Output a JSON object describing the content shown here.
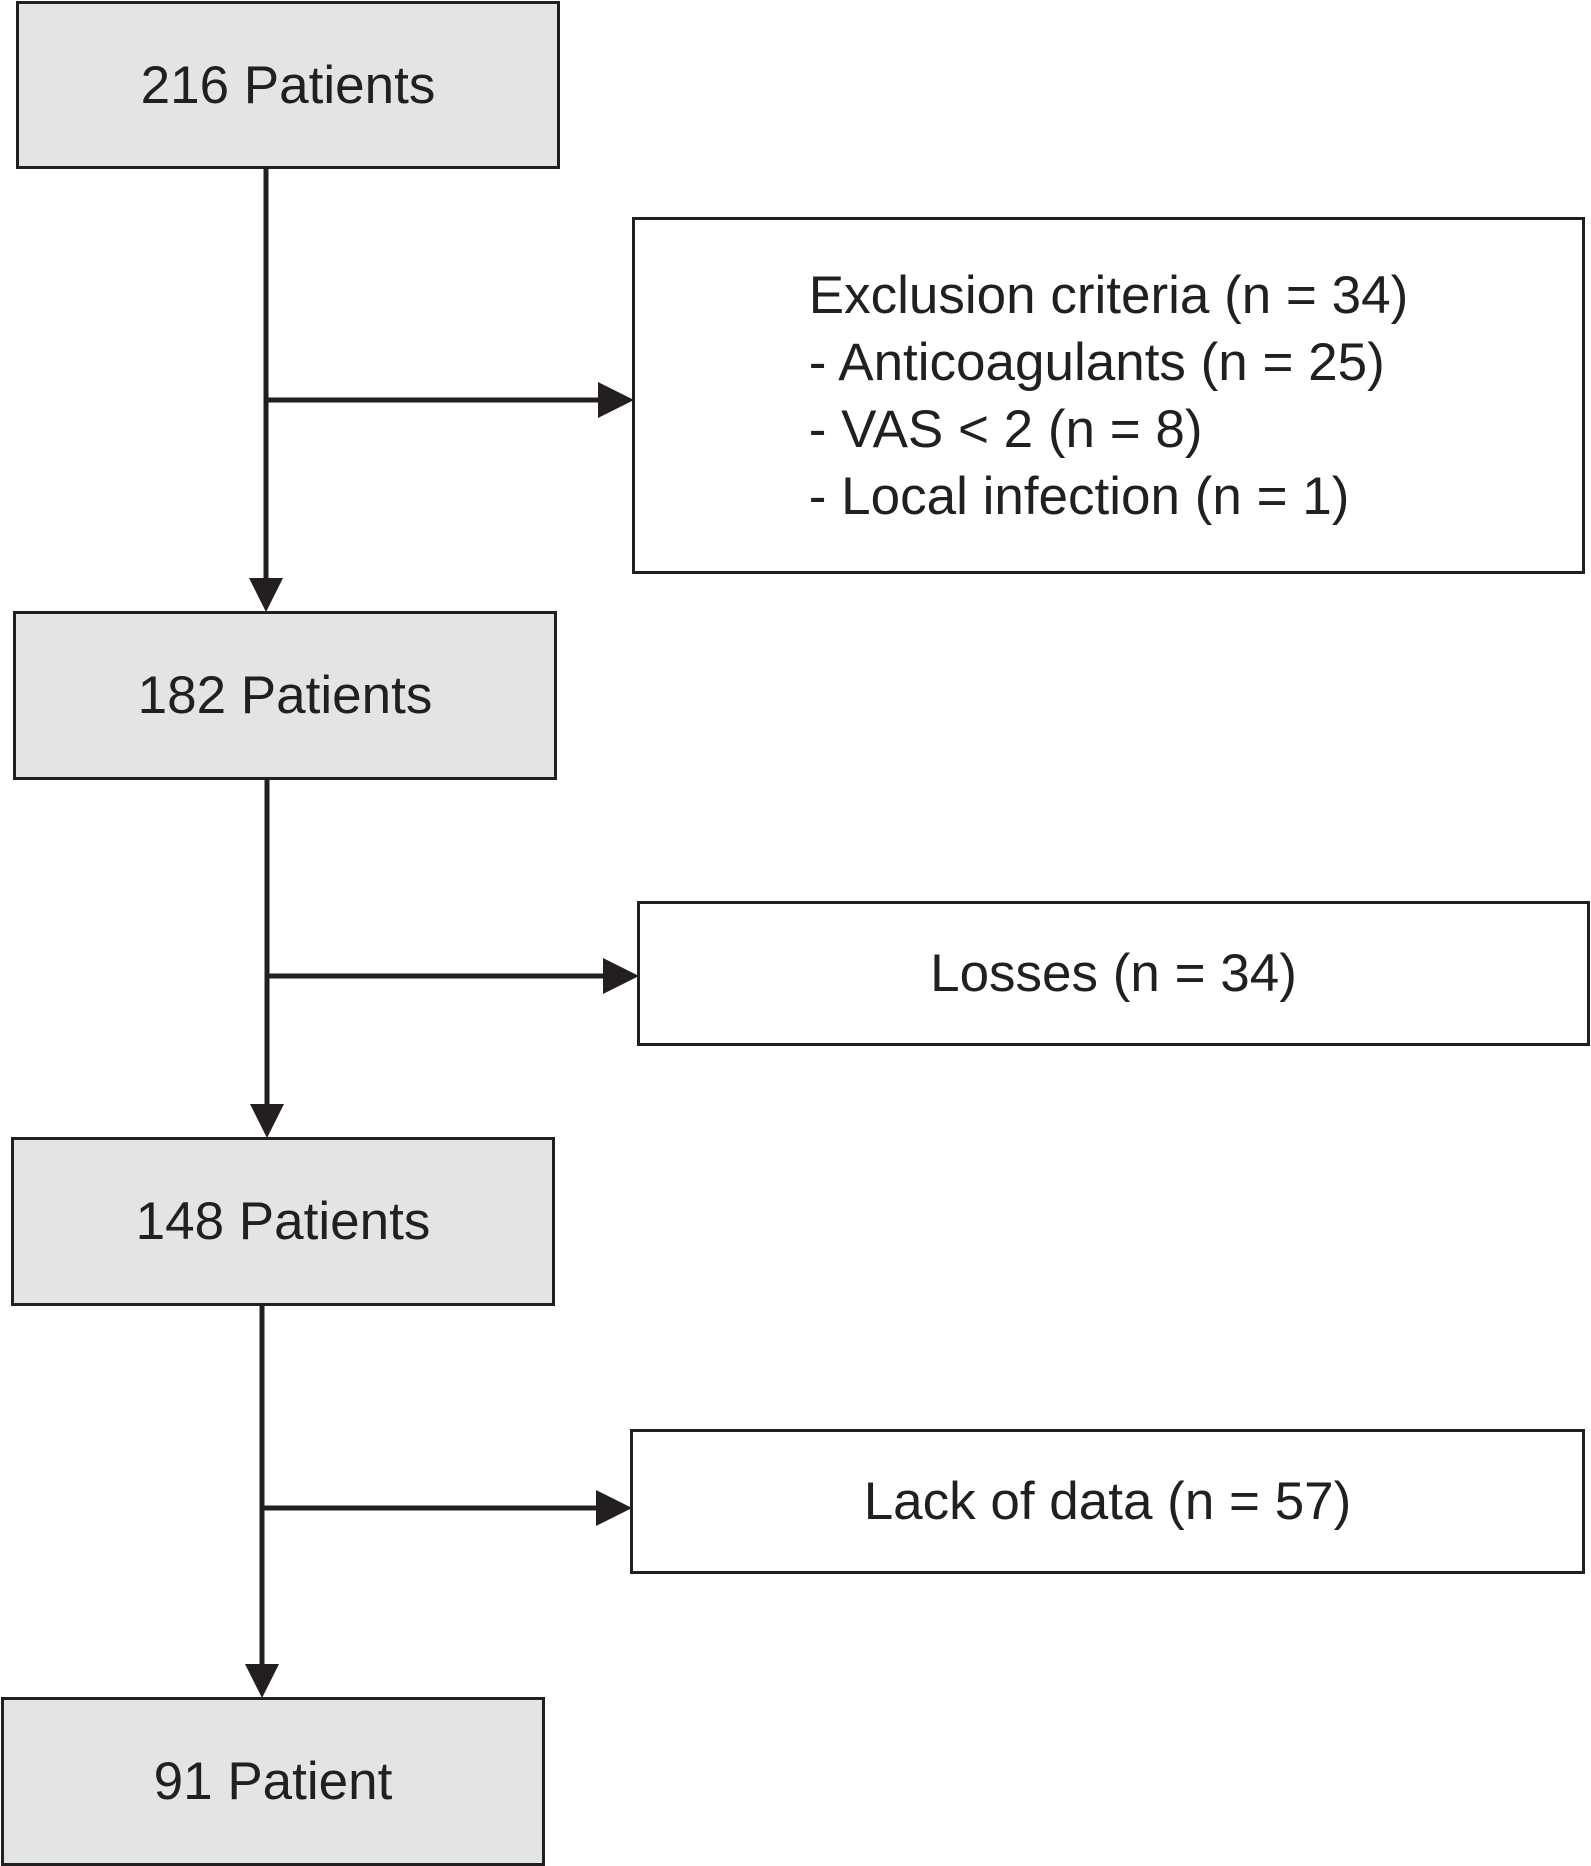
{
  "stages": [
    {
      "label": "216 Patients",
      "fill": "#e3e4e5"
    },
    {
      "label": "182 Patients",
      "fill": "#e3e4e5"
    },
    {
      "label": "148 Patients",
      "fill": "#e3e4e5"
    },
    {
      "label": "91 Patient",
      "fill": "#e3e4e5"
    }
  ],
  "exclusions": {
    "title": "Exclusion criteria (n = 34)",
    "items": [
      "- Anticoagulants (n = 25)",
      "- VAS < 2 (n = 8)",
      "- Local infection (n = 1)"
    ]
  },
  "losses": {
    "label": "Losses (n = 34)"
  },
  "missing": {
    "label": "Lack of data (n = 57)"
  },
  "colors": {
    "line": "#231f20",
    "stage_fill": "#e3e4e5",
    "side_fill": "#ffffff"
  }
}
